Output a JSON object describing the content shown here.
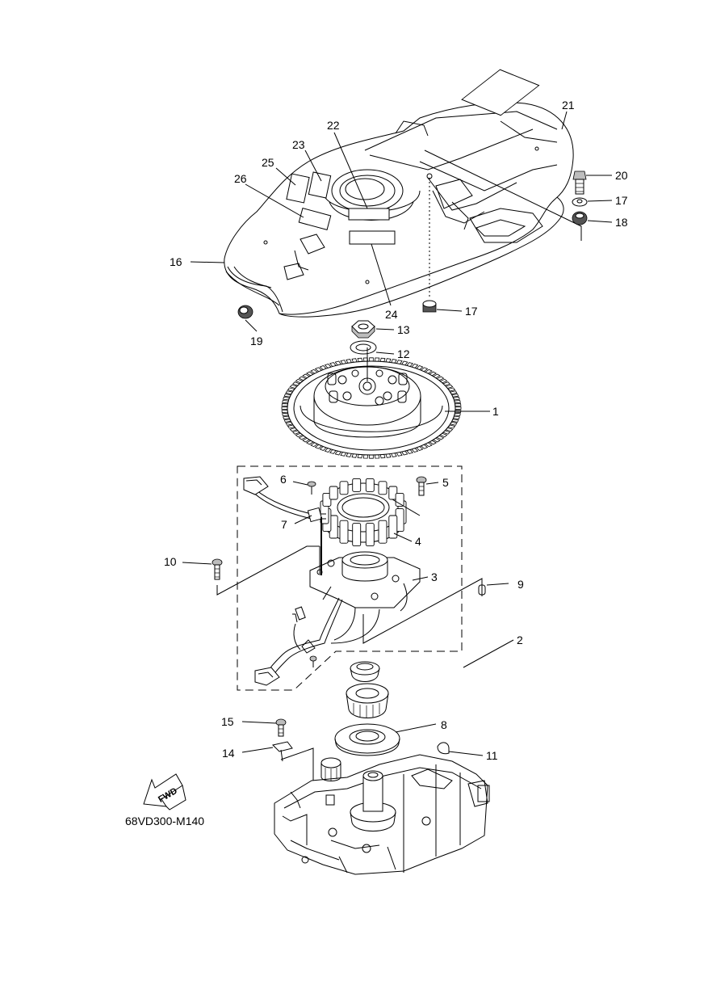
{
  "callouts": [
    {
      "id": "1",
      "text": "1"
    },
    {
      "id": "2",
      "text": "2"
    },
    {
      "id": "3",
      "text": "3"
    },
    {
      "id": "4",
      "text": "4"
    },
    {
      "id": "5",
      "text": "5"
    },
    {
      "id": "6",
      "text": "6"
    },
    {
      "id": "7",
      "text": "7"
    },
    {
      "id": "8",
      "text": "8"
    },
    {
      "id": "9",
      "text": "9"
    },
    {
      "id": "10",
      "text": "10"
    },
    {
      "id": "11",
      "text": "11"
    },
    {
      "id": "12",
      "text": "12"
    },
    {
      "id": "13",
      "text": "13"
    },
    {
      "id": "14",
      "text": "14"
    },
    {
      "id": "15",
      "text": "15"
    },
    {
      "id": "16",
      "text": "16"
    },
    {
      "id": "17a",
      "text": "17"
    },
    {
      "id": "17b",
      "text": "17"
    },
    {
      "id": "18",
      "text": "18"
    },
    {
      "id": "19",
      "text": "19"
    },
    {
      "id": "20",
      "text": "20"
    },
    {
      "id": "21",
      "text": "21"
    },
    {
      "id": "22",
      "text": "22"
    },
    {
      "id": "23",
      "text": "23"
    },
    {
      "id": "24",
      "text": "24"
    },
    {
      "id": "25",
      "text": "25"
    },
    {
      "id": "26",
      "text": "26"
    }
  ],
  "fwd_label": "FWD",
  "drawing_code": "68VD300-M140"
}
